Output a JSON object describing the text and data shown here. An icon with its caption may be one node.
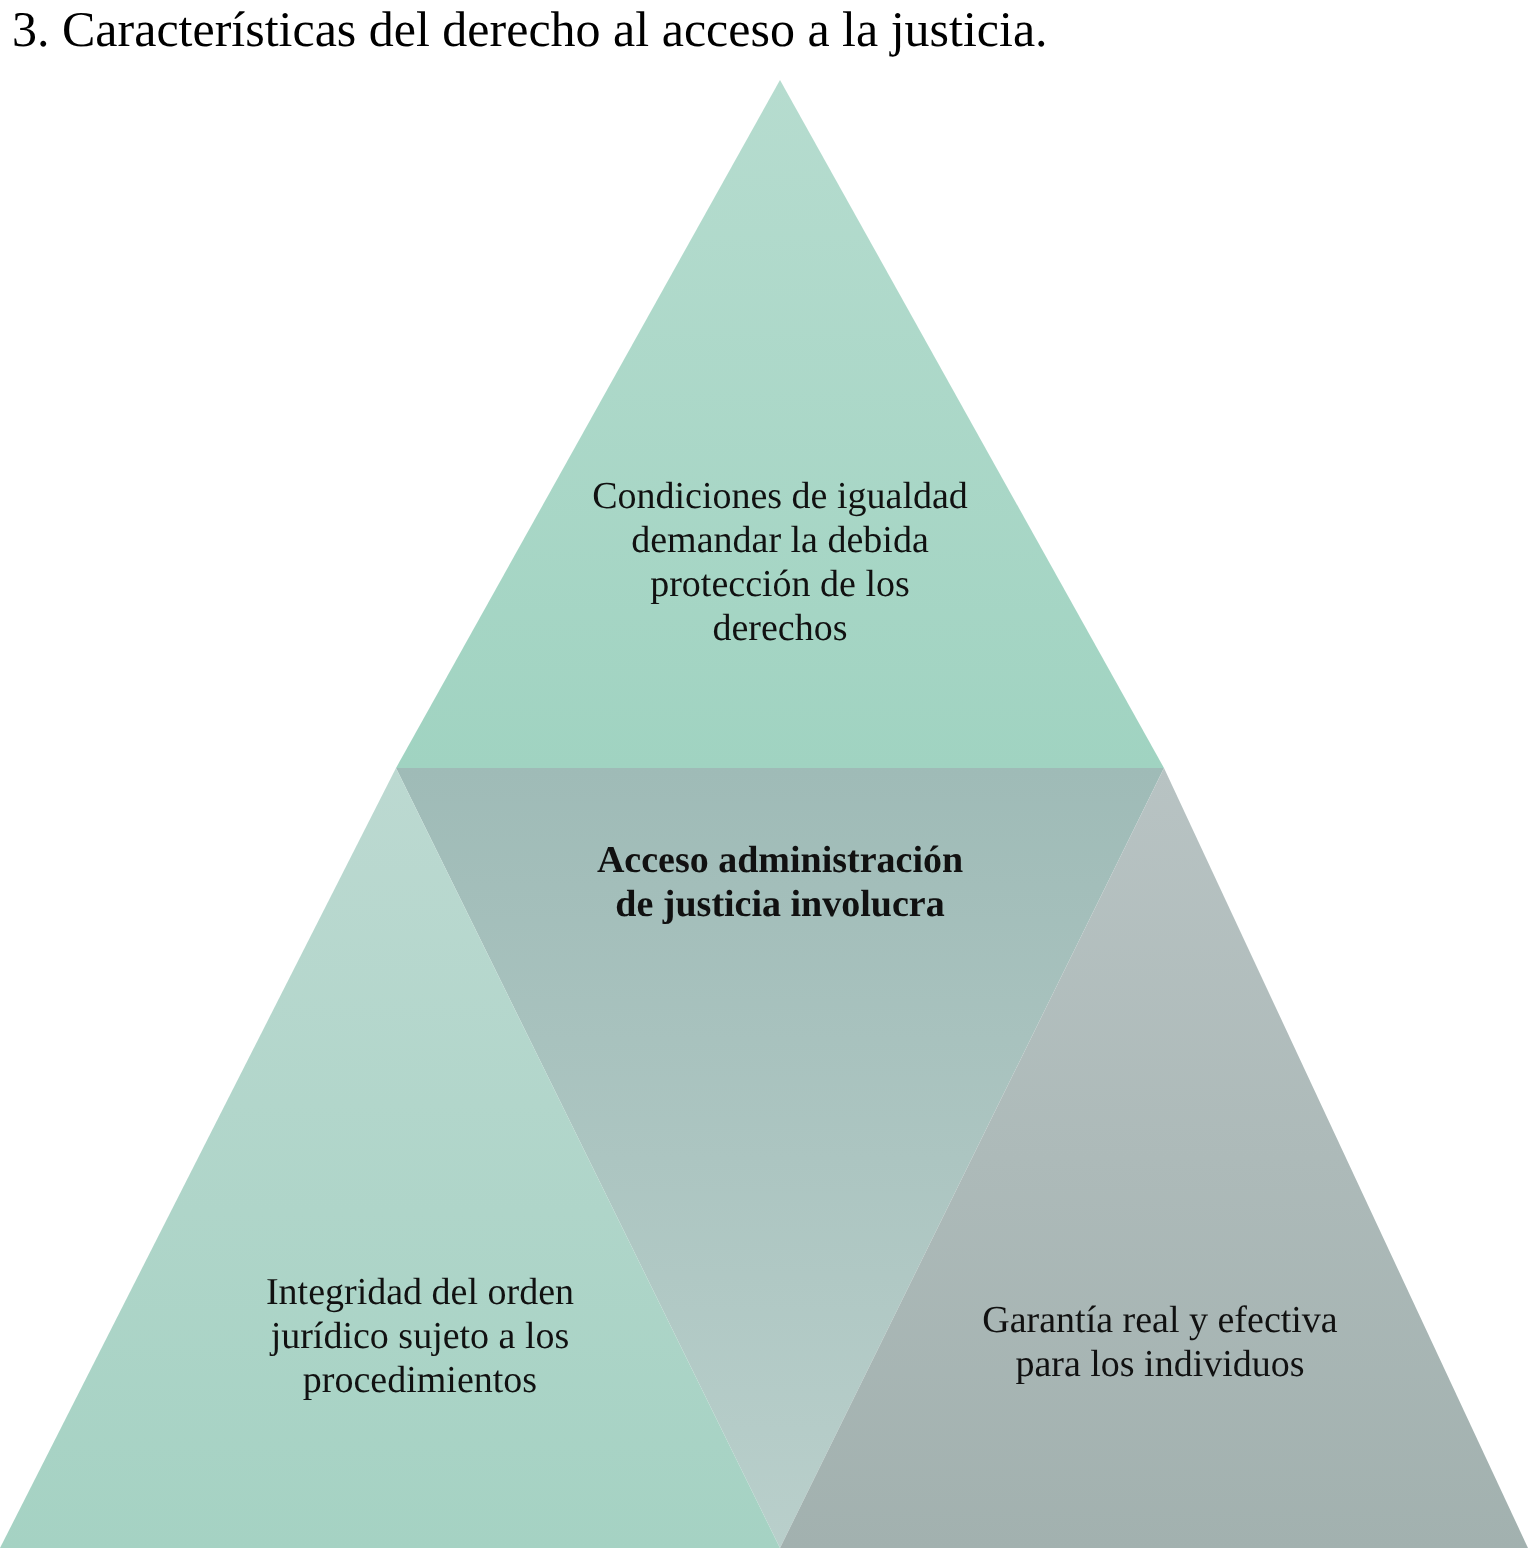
{
  "diagram": {
    "title": "3. Características del derecho al acceso a la justicia.",
    "nodes": [
      {
        "text": [
          "Condiciones de igualdad demandar la debida protección de los derechos"
        ]
      },
      {
        "text": [
          "Acceso administración de justicia involucra"
        ]
      },
      {
        "text": [
          "Integridad del orden jurídico sujeto a los procedimientos"
        ]
      },
      {
        "text": [
          "Garantía real y efectiva para los individuos"
        ]
      }
    ]
  }
}
